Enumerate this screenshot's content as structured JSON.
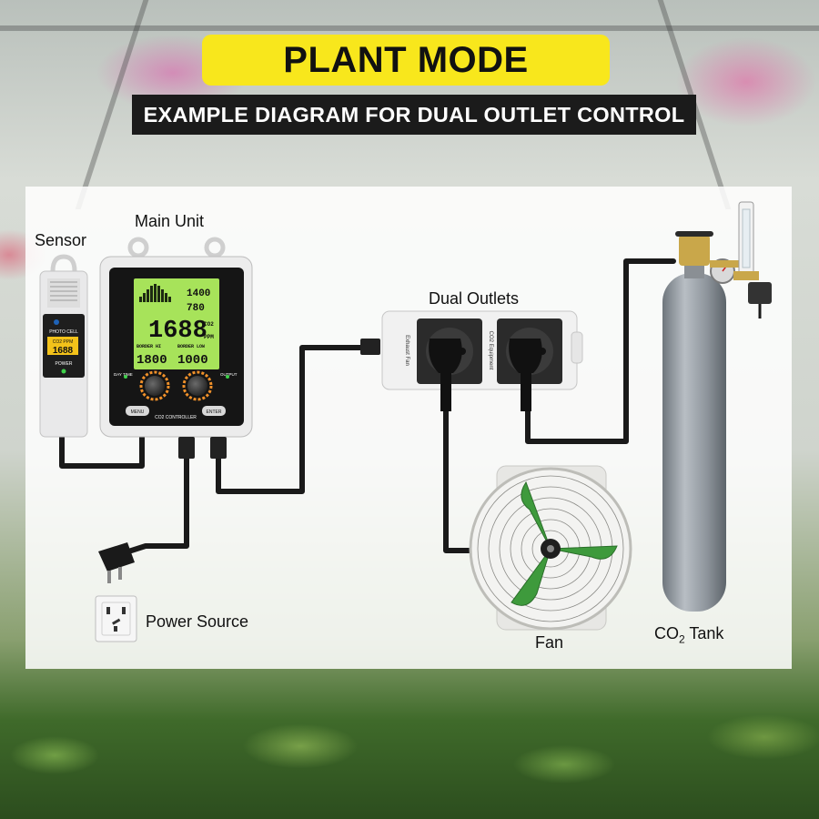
{
  "header": {
    "title": "PLANT MODE",
    "subtitle": "EXAMPLE DIAGRAM FOR DUAL OUTLET CONTROL"
  },
  "labels": {
    "sensor": "Sensor",
    "main_unit": "Main Unit",
    "dual_outlets": "Dual Outlets",
    "power_source": "Power Source",
    "fan": "Fan",
    "co2_tank_prefix": "CO",
    "co2_tank_sub": "2",
    "co2_tank_suffix": " Tank"
  },
  "sensor_device": {
    "photo_cell": "PHOTO CELL",
    "ppm_caption": "CO2 PPM",
    "reading": "1688",
    "power": "POWER"
  },
  "main_unit_device": {
    "top_value_1": "1400",
    "top_value_2": "780",
    "main_reading": "1688",
    "main_unit": "PPM",
    "co2_tag": "CO2",
    "border_hi_label": "BORDER HI",
    "border_low_label": "BORDER LOW",
    "border_hi_value": "1800",
    "border_low_value": "1000",
    "ppm_small": "PPM",
    "day_time": "DAY TIME",
    "output": "OUTPUT",
    "menu": "MENU",
    "enter": "ENTER",
    "brand": "CO2 CONTROLLER"
  },
  "outlets_device": {
    "left_tag": "Exhaust Fan",
    "right_tag": "CO2 Equipment"
  },
  "colors": {
    "title_bg": "#f8e71c",
    "subtitle_bg": "#1b1b1b",
    "cable": "#1a1a1a",
    "lcd": "#a7e35a",
    "knob_ring": "#f0902a",
    "fan_blade": "#3e9a3c",
    "tank": "#8d949b"
  }
}
